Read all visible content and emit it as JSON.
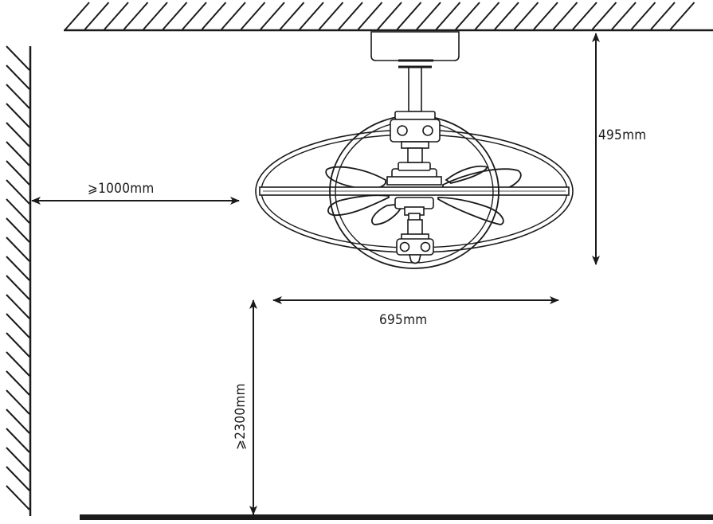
{
  "dimensions": {
    "fan_height": "495mm",
    "wall_clearance": "⩾1000mm",
    "fan_width": "695mm",
    "floor_clearance": "⩾2300mm"
  },
  "colors": {
    "line": "#1a1a1a",
    "background": "#ffffff"
  }
}
